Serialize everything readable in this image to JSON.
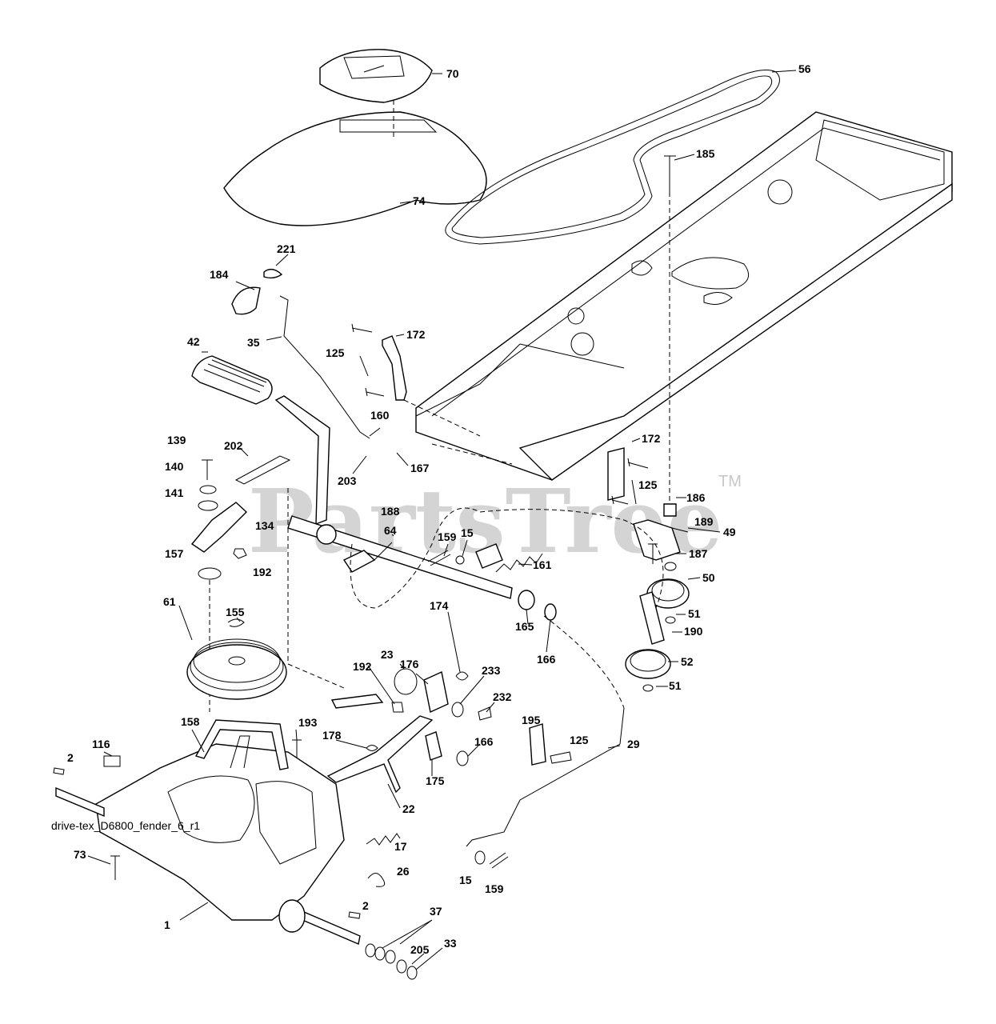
{
  "watermark": {
    "text": "PartsTree",
    "tm": "TM"
  },
  "caption": "drive-tex_D6800_fender_6_r1",
  "parts": {
    "p1": "1",
    "p2a": "2",
    "p2b": "2",
    "p15a": "15",
    "p15b": "15",
    "p17": "17",
    "p22": "22",
    "p23": "23",
    "p26": "26",
    "p29": "29",
    "p33": "33",
    "p35": "35",
    "p37": "37",
    "p42": "42",
    "p49": "49",
    "p50": "50",
    "p51a": "51",
    "p51b": "51",
    "p52": "52",
    "p56": "56",
    "p61": "61",
    "p64": "64",
    "p70": "70",
    "p73": "73",
    "p74": "74",
    "p116": "116",
    "p125a": "125",
    "p125b": "125",
    "p125c": "125",
    "p134": "134",
    "p139": "139",
    "p140": "140",
    "p141": "141",
    "p155": "155",
    "p157": "157",
    "p158": "158",
    "p159a": "159",
    "p159b": "159",
    "p160": "160",
    "p161": "161",
    "p165": "165",
    "p166a": "166",
    "p166b": "166",
    "p167": "167",
    "p172a": "172",
    "p172b": "172",
    "p174": "174",
    "p175": "175",
    "p176": "176",
    "p178": "178",
    "p184": "184",
    "p185": "185",
    "p186": "186",
    "p187": "187",
    "p188": "188",
    "p189": "189",
    "p190": "190",
    "p192a": "192",
    "p192b": "192",
    "p193": "193",
    "p195": "195",
    "p202": "202",
    "p203": "203",
    "p205": "205",
    "p221": "221",
    "p232": "232",
    "p233": "233"
  }
}
